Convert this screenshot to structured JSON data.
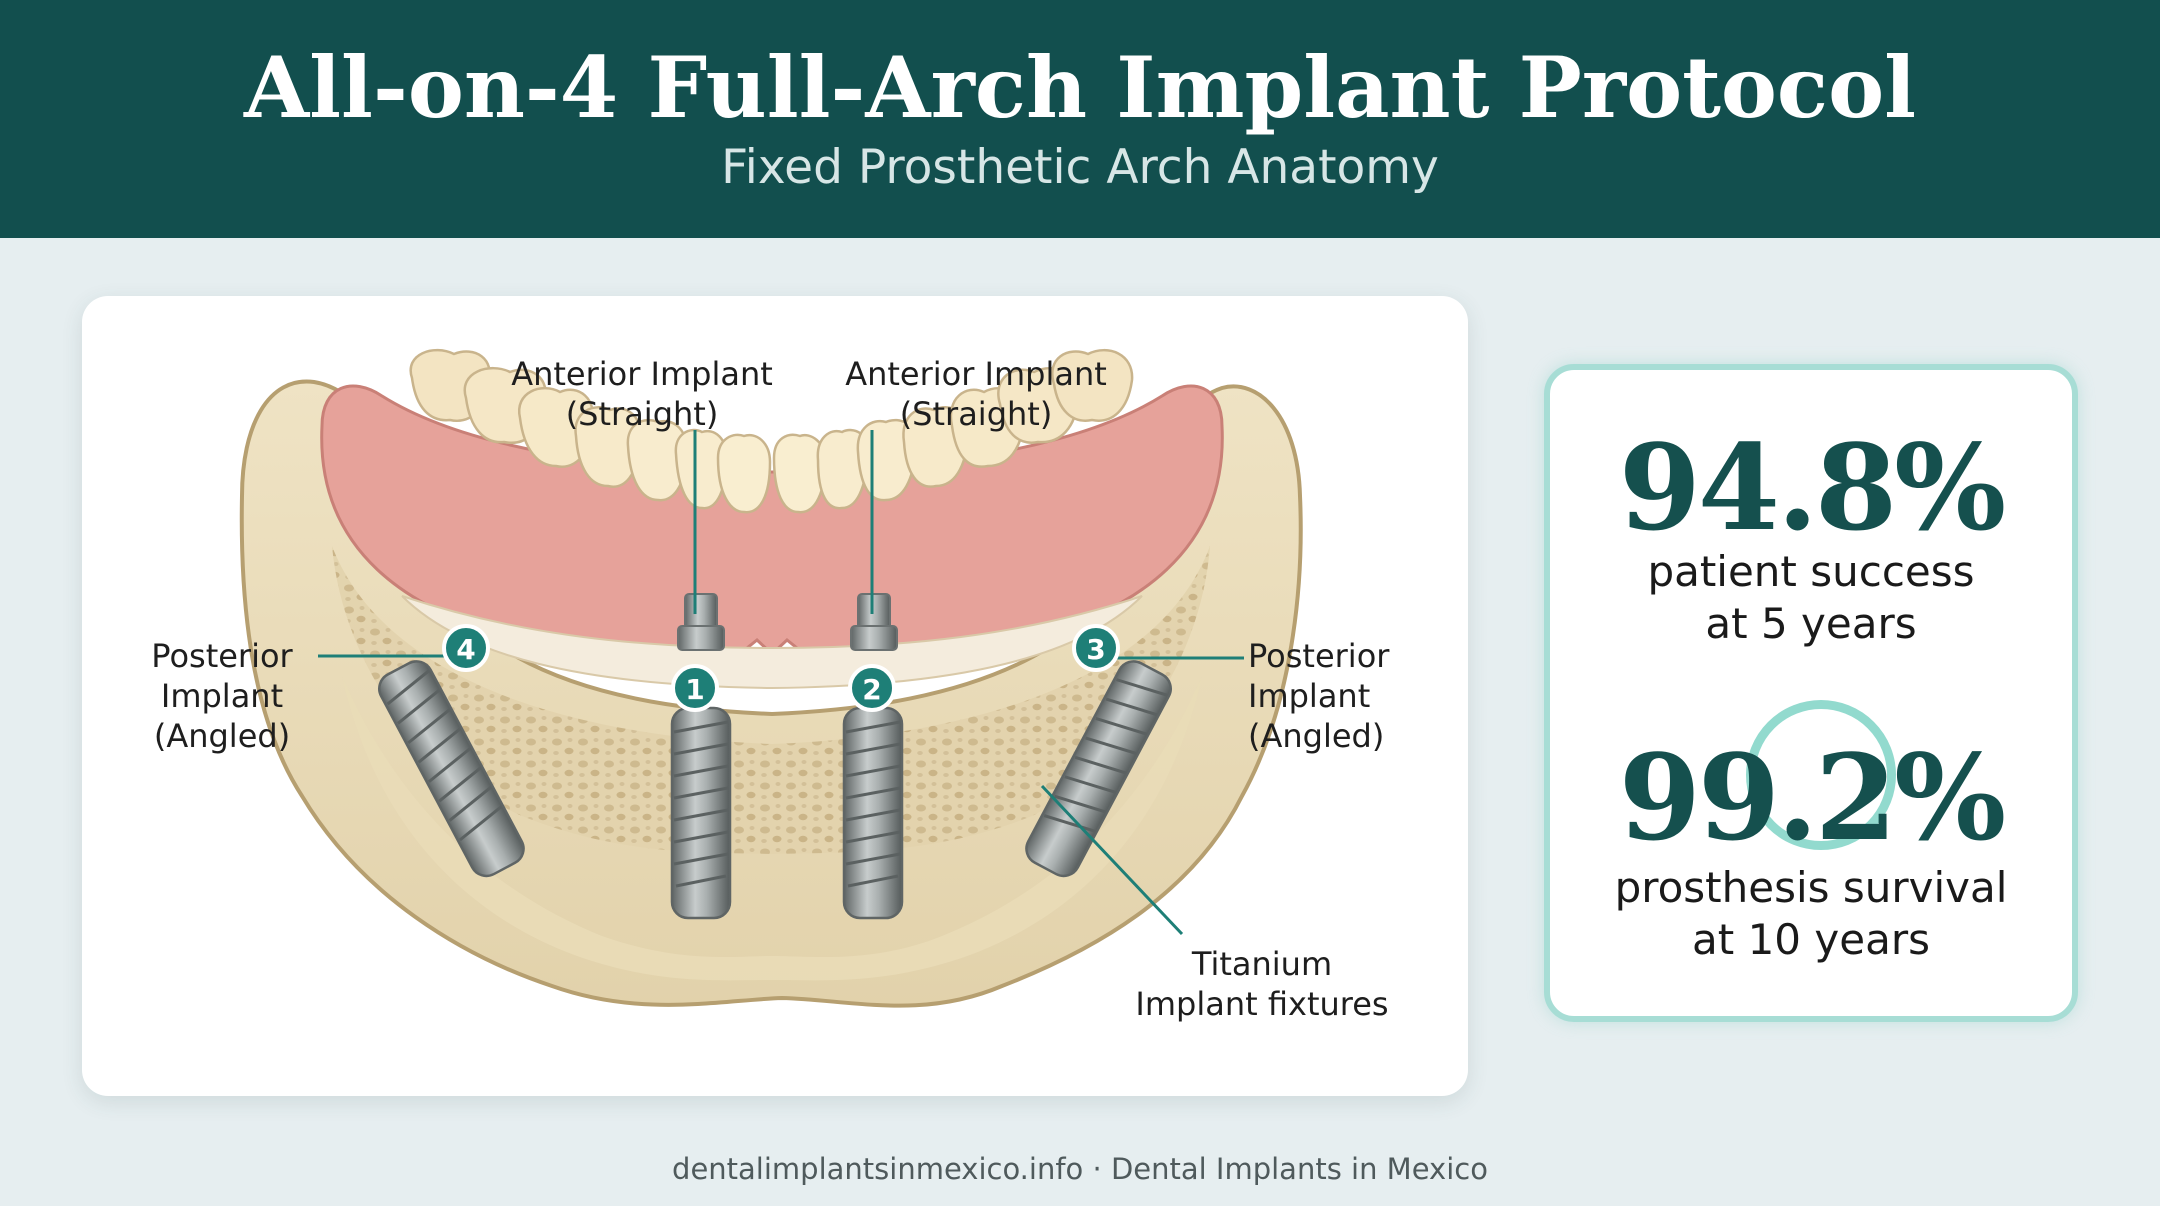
{
  "header": {
    "title": "All-on-4 Full-Arch Implant Protocol",
    "subtitle": "Fixed Prosthetic Arch Anatomy"
  },
  "diagram": {
    "labels": {
      "anterior_left": [
        "Anterior Implant",
        "(Straight)"
      ],
      "anterior_right": [
        "Anterior Implant",
        "(Straight)"
      ],
      "posterior_left": [
        "Posterior",
        "Implant",
        "(Angled)"
      ],
      "posterior_right": [
        "Posterior",
        "Implant",
        "(Angled)"
      ],
      "fixtures": [
        "Titanium",
        "Implant fixtures"
      ]
    },
    "markers": [
      "1",
      "2",
      "3",
      "4"
    ],
    "colors": {
      "accent": "#1e7f77",
      "bone": "#ece0c0",
      "gum": "#e7a29a",
      "teeth": "#f6e9c8",
      "titanium": "#8e9494"
    }
  },
  "stats": [
    {
      "value": "94.8%",
      "label": [
        "patient success",
        "at 5 years"
      ]
    },
    {
      "value": "99.2%",
      "label": [
        "prosthesis survival",
        "at 10 years"
      ]
    }
  ],
  "footer": {
    "text": "dentalimplantsinmexico.info · Dental Implants in Mexico"
  }
}
